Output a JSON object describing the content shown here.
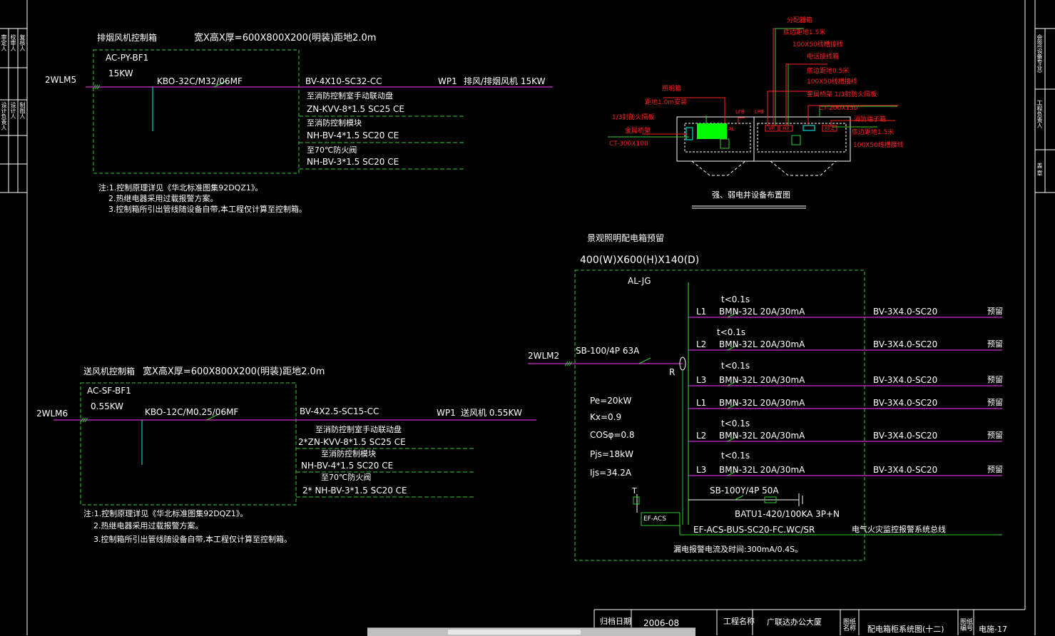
{
  "exhaust_box": {
    "title": "排烟风机控制箱",
    "spec": "宽X高X厚=600X800X200(明装)距地2.0m",
    "name": "AC-PY-BF1",
    "power": "15KW",
    "feeder": "2WLM5",
    "breaker": "KBO-32C/M32/06MF",
    "out_cable": "BV-4X10-SC32-CC",
    "out_tag": "WP1",
    "out_load": "排风/排烟风机 15KW",
    "links": [
      {
        "desc": "至消防控制室手动联动盘",
        "cable": "ZN-KVV-8*1.5  SC25  CE"
      },
      {
        "desc": "至消防控制模块",
        "cable": "NH-BV-4*1.5  SC20  CE"
      },
      {
        "desc": "至70℃防火阀",
        "cable": "NH-BV-3*1.5  SC20  CE"
      }
    ],
    "notes": [
      "注:1.控制原理详见《华北标准图集92DQZ1》。",
      "2.热继电器采用过载报警方案。",
      "3.控制箱所引出管线随设备自带,本工程仅计算至控制箱。"
    ]
  },
  "supply_box": {
    "title": "送风机控制箱",
    "spec": "宽X高X厚=600X800X200(明装)距地2.0m",
    "name": "AC-SF-BF1",
    "power": "0.55KW",
    "feeder": "2WLM6",
    "breaker": "KBO-12C/M0.25/06MF",
    "out_cable": "BV-4X2.5-SC15-CC",
    "out_tag": "WP1",
    "out_load": "送风机 0.55KW",
    "links": [
      {
        "desc": "至消防控制室手动联动盘",
        "cable": "2*ZN-KVV-8*1.5  SC25  CE"
      },
      {
        "desc": "至消防控制模块",
        "cable": "NH-BV-4*1.5  SC20  CE"
      },
      {
        "desc": "至70℃防火阀",
        "cable": "2* NH-BV-3*1.5  SC20  CE"
      }
    ],
    "notes": [
      "注:1.控制原理详见《华北标准图集92DQZ1》。",
      "2.热继电器采用过载报警方案。",
      "3.控制箱所引出管线随设备自带,本工程仅计算至控制箱。"
    ]
  },
  "shaft": {
    "caption": "强、弱电井设备布置图",
    "labels": {
      "l1": "分配器箱",
      "l2": "底边距地1.5米",
      "l3": "100X50线槽接线",
      "l4": "电话接线箱",
      "l5": "底边距地0.5米",
      "l6": "100X50线槽接线",
      "l7": "金属桥架  1/3封防火隔板",
      "l8": "CT-200X150",
      "l9": "照明箱",
      "l10": "距地1.0m安装",
      "l11": "1/3封防火隔板",
      "l12": "金属桥架",
      "l13": "CT-300X100",
      "l14": "消防端子箱",
      "l15": "底边距地1.5米",
      "l16": "100X50线槽接线",
      "tag_al": "AL",
      "tag_lfb1": "LFB",
      "tag_lfb2": "LFB",
      "tag_vp": "VP",
      "tag_hx": "HX",
      "tag_xfz": "XFZ"
    }
  },
  "lighting": {
    "title": "景观照明配电箱预留",
    "spec": "400(W)X600(H)X140(D)",
    "name": "AL-JG",
    "feeder": "2WLM2",
    "main_breaker": "SB-100/4P 63A",
    "rcd_mark": "R",
    "params": [
      "Pe=20kW",
      "Kx=0.9",
      "COSφ=0.8",
      "Pjs=18kW",
      "Ijs=34.2A"
    ],
    "circuits": [
      {
        "phase": "L1",
        "tcond": "t<0.1s",
        "breaker": "BMN-32L 20A/30mA",
        "cable": "BV-3X4.0-SC20",
        "note": "预留"
      },
      {
        "phase": "L2",
        "tcond": "t<0.1s",
        "breaker": "BMN-32L 20A/30mA",
        "cable": "BV-3X4.0-SC20",
        "note": "预留"
      },
      {
        "phase": "L3",
        "tcond": "t<0.1s",
        "breaker": "BMN-32L 20A/30mA",
        "cable": "BV-3X4.0-SC20",
        "note": "预留"
      },
      {
        "phase": "L1",
        "tcond": "",
        "breaker": "BMN-32L 20A/30mA",
        "cable": "BV-3X4.0-SC20",
        "note": "预留"
      },
      {
        "phase": "L2",
        "tcond": "t<0.1s",
        "breaker": "BMN-32L 20A/30mA",
        "cable": "BV-3X4.0-SC20",
        "note": "预留"
      },
      {
        "phase": "L3",
        "tcond": "t<0.1s",
        "breaker": "BMN-32L 20A/30mA",
        "cable": "BV-3X4.0-SC20",
        "note": "预留"
      }
    ],
    "spd_breaker": "SB-100Y/4P 50A",
    "spd": "BATU1-420/100KA 3P+N",
    "t_mark": "T",
    "efacs": "EF-ACS",
    "bus": "EF-ACS-BUS-SC20-FC.WC/SR",
    "bus_note": "电气火灾监控报警系统总线",
    "leak": "漏电报警电流及时间:300mA/0.4S。"
  },
  "title_block": {
    "date_label": "归档日期",
    "date": "2006-08",
    "project_label": "工程名称",
    "project": "广联达办公大厦",
    "drawing_label": "图纸名称",
    "drawing": "配电箱柜系统图(十二)",
    "number_label": "图纸编号",
    "number": "电施-17"
  },
  "left_strip": [
    "审定人",
    "校审人",
    "复核人",
    "设计负责人",
    "设计人",
    "制图人"
  ],
  "right_strip": [
    "会签(设备专业)",
    "工程负责人",
    "盖  章"
  ],
  "colors": {
    "background": "#000000",
    "line": "#ffffff",
    "box": "#33cc33",
    "cable": "#cc33cc",
    "feed": "#00cccc",
    "annot": "#ff2222"
  }
}
